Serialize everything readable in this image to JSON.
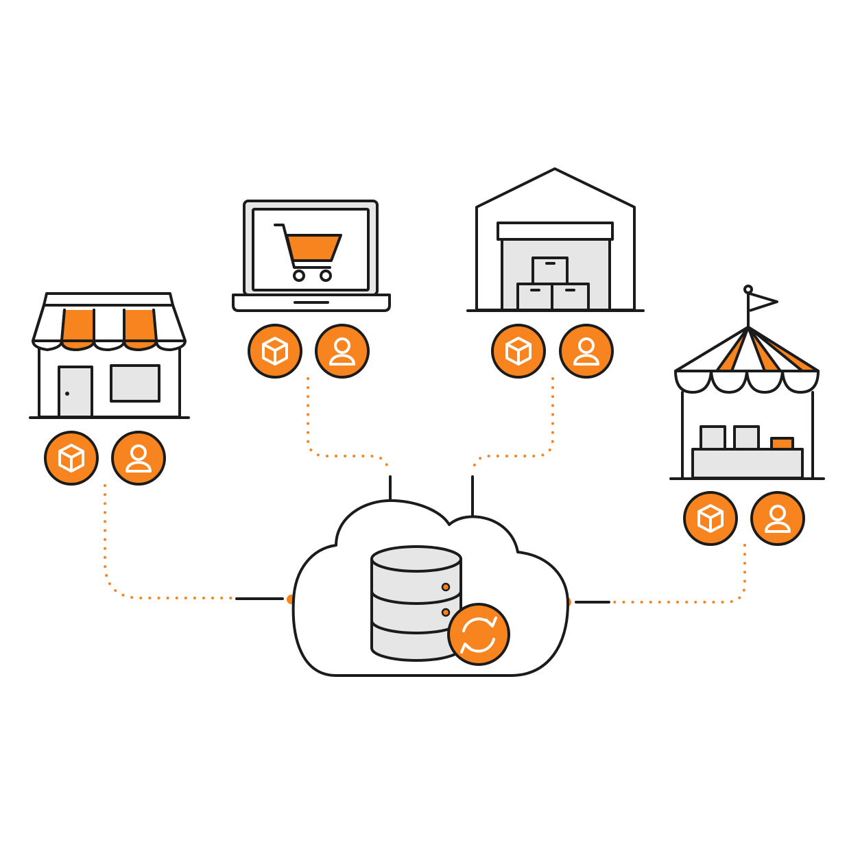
{
  "colors": {
    "accent": "#f7841e",
    "outline": "#1b1b1b",
    "fill_light": "#e6e6e6",
    "background": "#ffffff"
  },
  "nodes": [
    {
      "name": "retail-store",
      "icon": "storefront-icon",
      "badges": [
        "box-icon",
        "user-icon"
      ]
    },
    {
      "name": "online-shop",
      "icon": "laptop-cart-icon",
      "badges": [
        "box-icon",
        "user-icon"
      ]
    },
    {
      "name": "warehouse",
      "icon": "warehouse-icon",
      "badges": [
        "box-icon",
        "user-icon"
      ]
    },
    {
      "name": "market-stall",
      "icon": "market-stall-icon",
      "badges": [
        "box-icon",
        "user-icon"
      ]
    }
  ],
  "hub": {
    "icon": "cloud-database-icon",
    "sync_icon": "sync-icon"
  }
}
